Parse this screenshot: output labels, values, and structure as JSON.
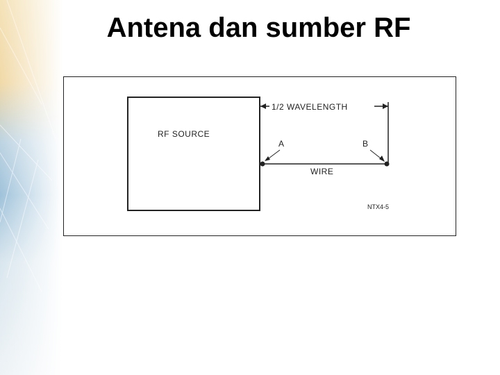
{
  "slide": {
    "title": "Antena dan sumber RF"
  },
  "diagram": {
    "source_label": "RF SOURCE",
    "dimension_label": "1/2 WAVELENGTH",
    "point_a": "A",
    "point_b": "B",
    "wire_label": "WIRE",
    "figure_id": "NTX4-5"
  }
}
